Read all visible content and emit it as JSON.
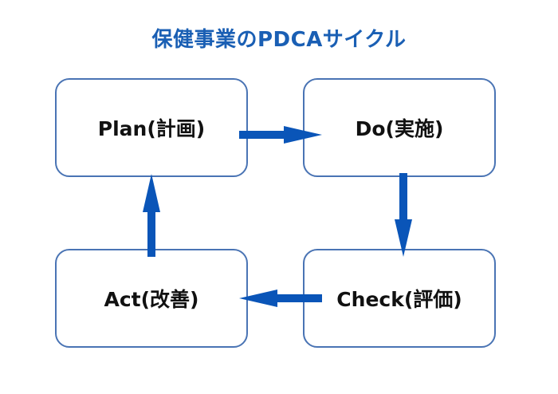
{
  "title": "保健事業のPDCAサイクル",
  "colors": {
    "title": "#1a5fb4",
    "arrow": "#0a55b8",
    "box_border": "#4a74b4",
    "text": "#111111"
  },
  "nodes": {
    "plan": "Plan(計画)",
    "do": "Do(実施)",
    "check": "Check(評価)",
    "act": "Act(改善)"
  },
  "edges": [
    {
      "from": "plan",
      "to": "do"
    },
    {
      "from": "do",
      "to": "check"
    },
    {
      "from": "check",
      "to": "act"
    },
    {
      "from": "act",
      "to": "plan"
    }
  ]
}
